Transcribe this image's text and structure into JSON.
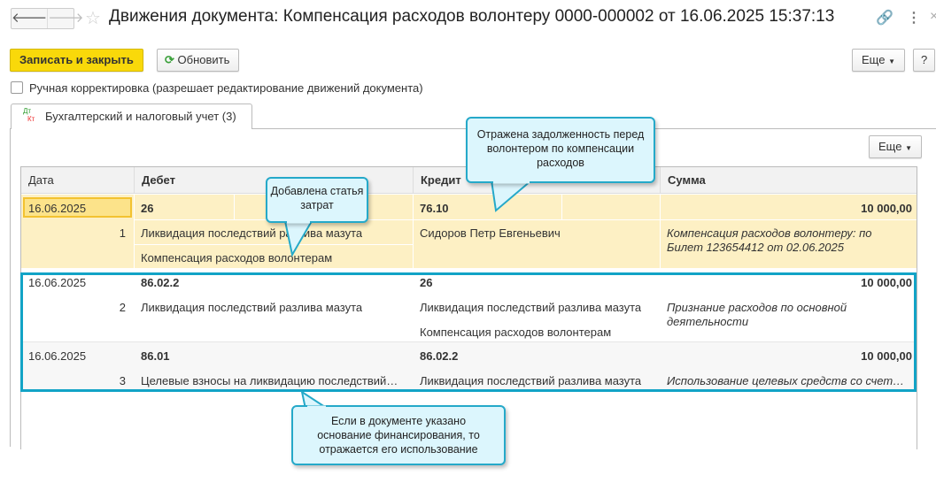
{
  "window": {
    "title": "Движения документа: Компенсация расходов волонтеру 0000-000002 от 16.06.2025 15:37:13"
  },
  "toolbar": {
    "save_close": "Записать и закрыть",
    "refresh": "Обновить",
    "more": "Еще",
    "help": "?"
  },
  "manual": {
    "label": "Ручная корректировка (разрешает редактирование движений документа)",
    "checked": false
  },
  "tab": {
    "label": "Бухгалтерский и налоговый учет (3)",
    "icon_dt": "Дт",
    "icon_kt": "Кт"
  },
  "table": {
    "more": "Еще",
    "columns": [
      "Дата",
      "Дебет",
      "Кредит",
      "Сумма"
    ],
    "rows": [
      {
        "date": "16.06.2025",
        "num": "1",
        "debit": "26",
        "debit_sub1": "Ликвидация последствий разлива мазута",
        "debit_sub2": "Компенсация расходов волонтерам",
        "credit": "76.10",
        "credit_sub1": "Сидоров Петр Евгеньевич",
        "credit_sub2": "",
        "sum": "10 000,00",
        "content": "Компенсация расходов волонтеру:  по Билет 123654412 от 02.06.2025"
      },
      {
        "date": "16.06.2025",
        "num": "2",
        "debit": "86.02.2",
        "debit_sub1": "Ликвидация последствий разлива мазута",
        "debit_sub2": "",
        "credit": "26",
        "credit_sub1": "Ликвидация последствий разлива мазута",
        "credit_sub2": "Компенсация расходов волонтерам",
        "sum": "10 000,00",
        "content": "Признание расходов по основной деятельности"
      },
      {
        "date": "16.06.2025",
        "num": "3",
        "debit": "86.01",
        "debit_sub1": "Целевые взносы на ликвидацию последствий…",
        "debit_sub2": "",
        "credit": "86.02.2",
        "credit_sub1": "Ликвидация последствий разлива мазута",
        "credit_sub2": "",
        "sum": "10 000,00",
        "content": "Использование целевых средств со счет…"
      }
    ]
  },
  "callouts": {
    "c1": "Добавлена статья затрат",
    "c2": "Отражена задолженность перед волонтером по компенсации расходов",
    "c3": "Если в документе указано основание финансирования, то отражается его использование"
  },
  "colors": {
    "accent": "#f9d90a",
    "highlight": "#fdf0c4",
    "callout_border": "#25a9c9"
  }
}
